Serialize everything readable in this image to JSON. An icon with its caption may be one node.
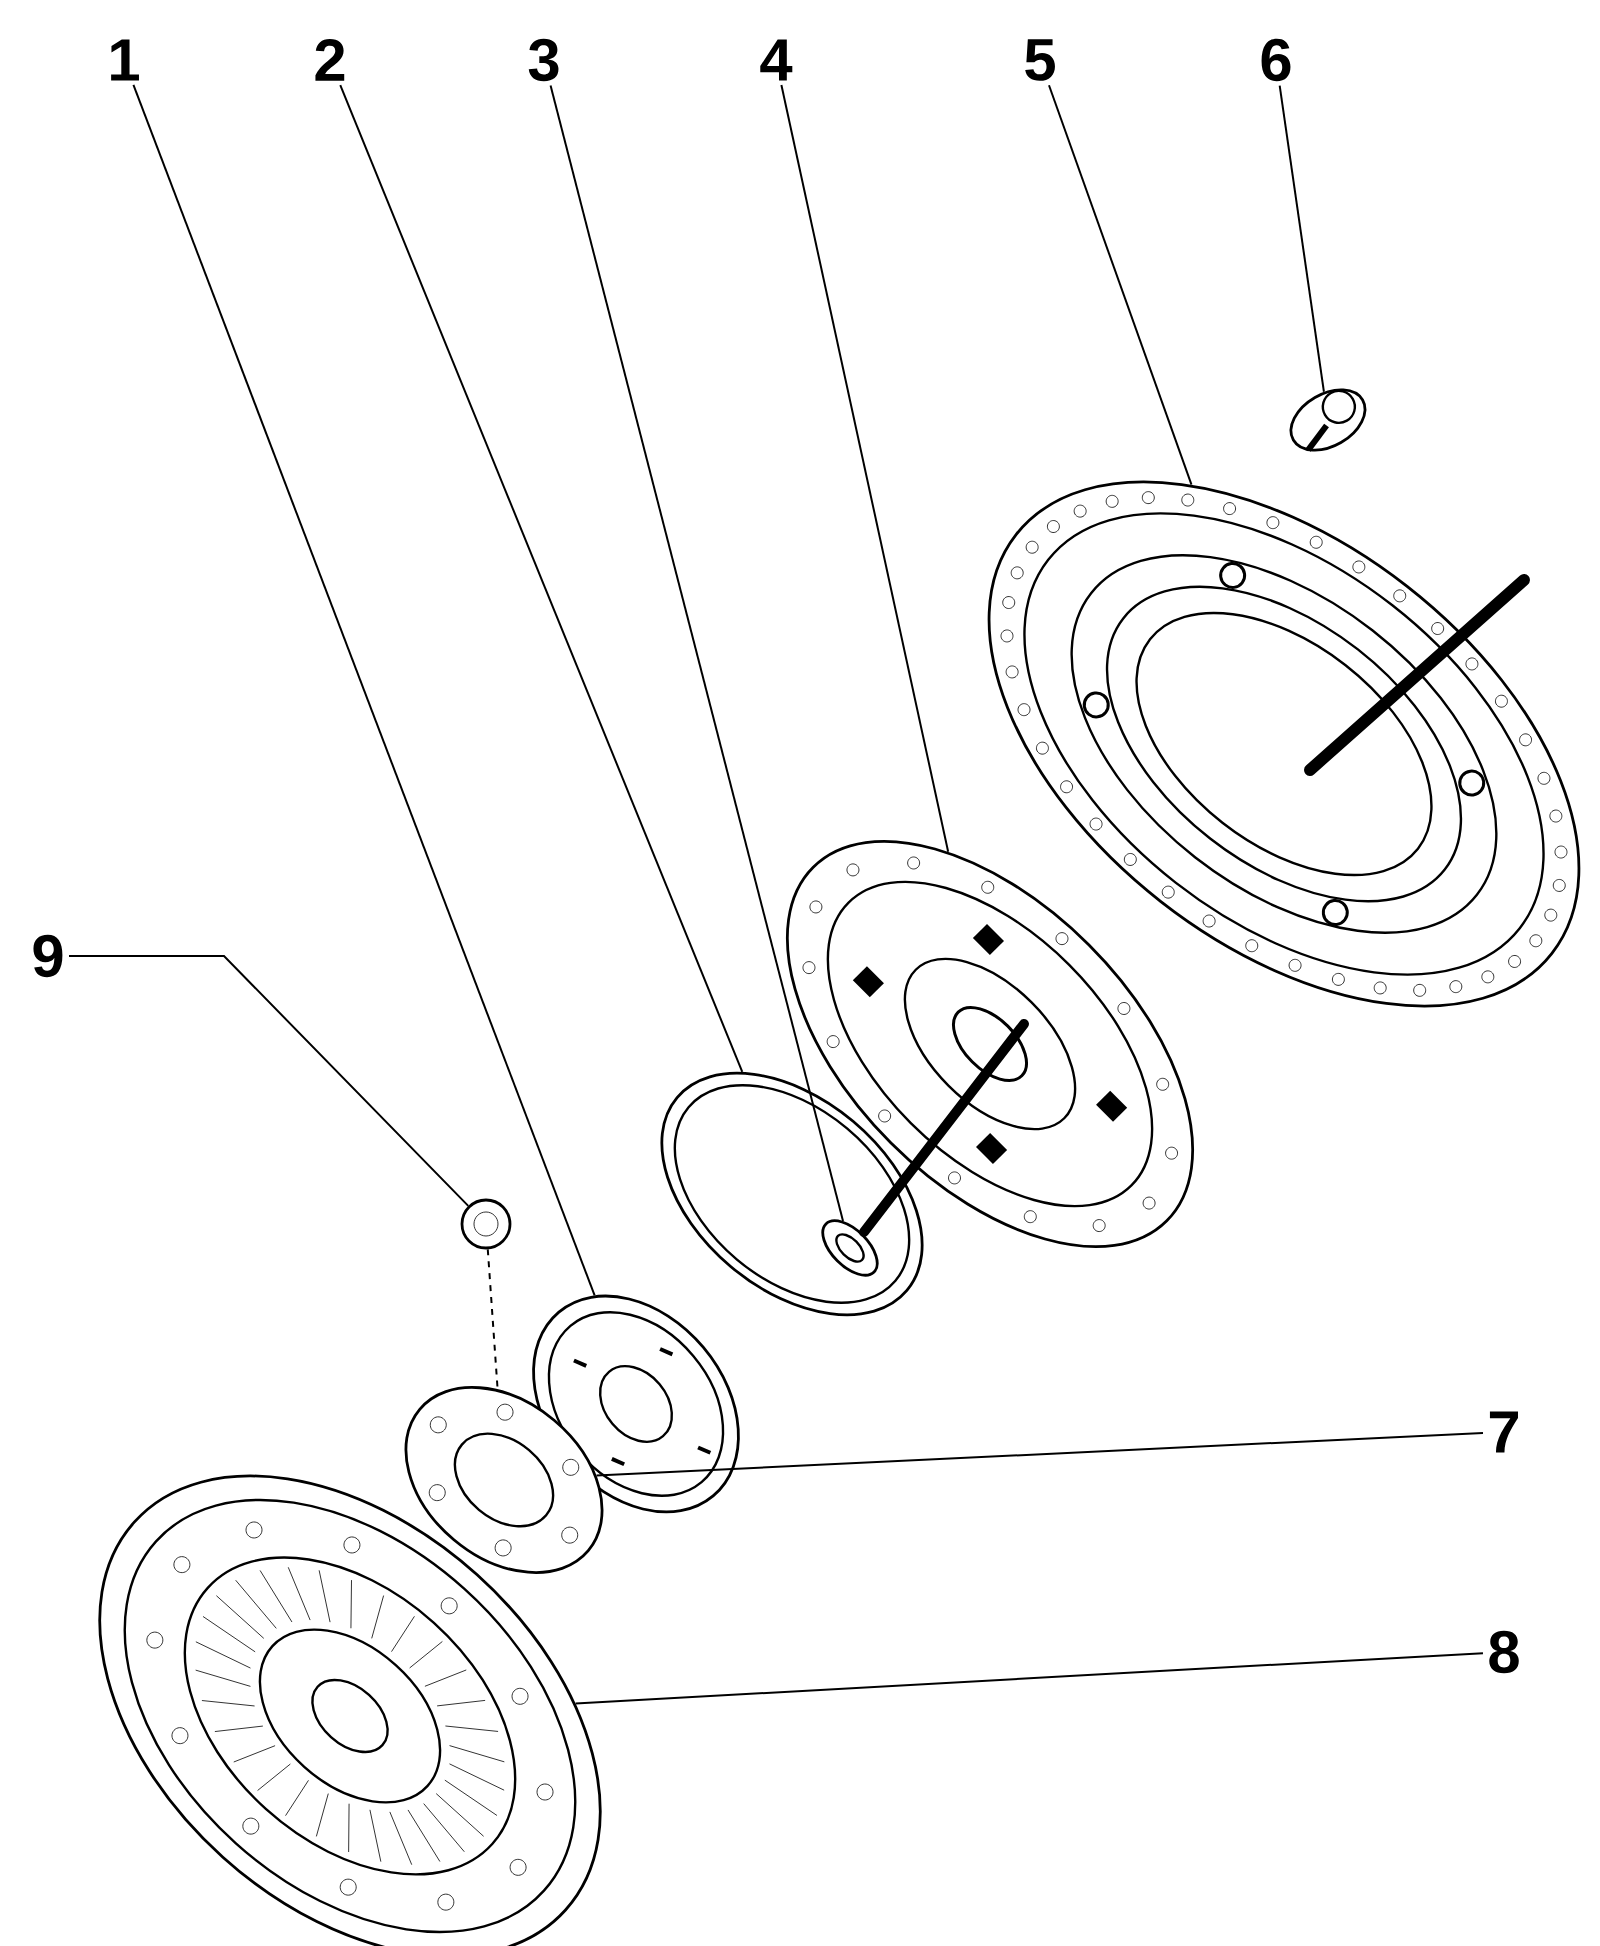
{
  "diagram": {
    "nodes": [
      {
        "text": [
          "1"
        ]
      },
      {
        "text": [
          "2"
        ]
      },
      {
        "text": [
          "3"
        ]
      },
      {
        "text": [
          "4"
        ]
      },
      {
        "text": [
          "5"
        ]
      },
      {
        "text": [
          "6"
        ]
      },
      {
        "text": [
          "9"
        ]
      },
      {
        "text": [
          "7"
        ]
      },
      {
        "text": [
          "8"
        ]
      },
      {
        "text": [],
        "shape": "picture"
      },
      {
        "text": [],
        "shape": "picture"
      },
      {
        "text": [],
        "shape": "picture"
      },
      {
        "text": [],
        "shape": "picture"
      },
      {
        "text": [],
        "shape": "picture"
      },
      {
        "text": [],
        "shape": "picture"
      },
      {
        "text": [],
        "shape": "picture"
      },
      {
        "text": [],
        "shape": "picture"
      },
      {
        "text": [],
        "shape": "picture"
      }
    ],
    "edges": [
      {
        "from": 0,
        "to": 15,
        "arrow": "none"
      },
      {
        "from": 1,
        "to": 13,
        "arrow": "none"
      },
      {
        "from": 2,
        "to": 12,
        "arrow": "none"
      },
      {
        "from": 3,
        "to": 11,
        "arrow": "none"
      },
      {
        "from": 4,
        "to": 10,
        "arrow": "none"
      },
      {
        "from": 5,
        "to": 9,
        "arrow": "none"
      },
      {
        "from": 6,
        "to": 14,
        "arrow": "none"
      },
      {
        "from": 7,
        "to": 16,
        "arrow": "none"
      },
      {
        "from": 8,
        "to": 17,
        "arrow": "none"
      },
      {
        "from": 14,
        "to": 16,
        "arrow": "none",
        "style": "dashed"
      }
    ]
  }
}
